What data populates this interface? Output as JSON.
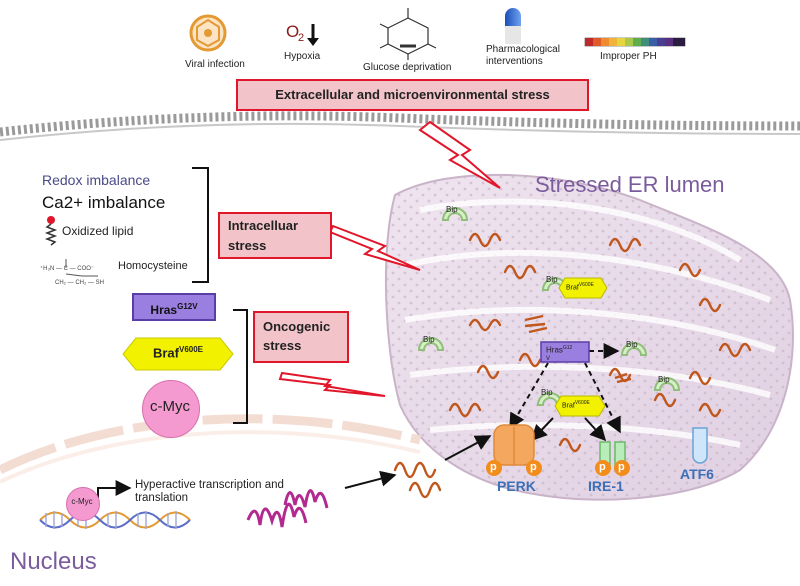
{
  "stressors": [
    {
      "label": "Viral infection",
      "icon": "virus-icon"
    },
    {
      "label": "Hypoxia",
      "icon": "o2-down-icon",
      "symbol": "O2"
    },
    {
      "label": "Glucose deprivation",
      "icon": "glucose-icon"
    },
    {
      "label": "Pharmacological interventions",
      "icon": "capsule-icon"
    },
    {
      "label": "Improper PH",
      "icon": "ph-scale-icon"
    }
  ],
  "extracellular_label": "Extracellular and microenvironmental stress",
  "intracellular": {
    "redox": "Redox imbalance",
    "calcium": "Ca2+ imbalance",
    "oxidized_lipid": "Oxidized lipid",
    "homocysteine": "Homocysteine",
    "label": "Intracelluar stress"
  },
  "oncogenic": {
    "hras": "Hras",
    "hras_sup": "G12V",
    "braf": "Braf",
    "braf_sup": "V600E",
    "cmyc": "c-Myc",
    "label": "Oncogenic stress"
  },
  "er_title": "Stressed ER lumen",
  "er_items": {
    "bip": "Bip",
    "hras_small": "Hras",
    "hras_small_sup": "G12",
    "hras_small_sub": "V",
    "braf_small": "Braf",
    "braf_small_sup": "V600E"
  },
  "sensors": {
    "perk": "PERK",
    "ire1": "IRE-1",
    "atf6": "ATF6",
    "p": "p"
  },
  "nucleus": {
    "label": "Nucleus",
    "cmyc": "c-Myc",
    "transcription": "Hyperactive transcription and translation"
  },
  "colors": {
    "alert_red": "#e2162a",
    "alert_fill": "#f2c4c9",
    "hras_purple": "#9b7fe0",
    "braf_yellow": "#f2f200",
    "cmyc_pink": "#f59ad0",
    "protein_orange": "#c0571c",
    "er_title": "#7a5c9c",
    "sensor_blue": "#3b6fb6"
  }
}
